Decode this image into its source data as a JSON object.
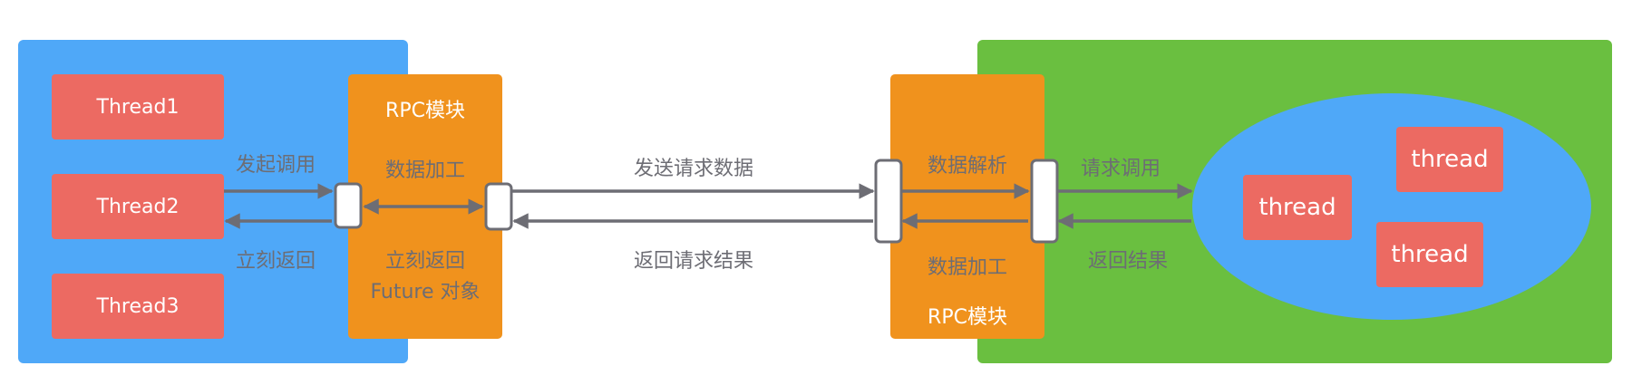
{
  "client": {
    "threads": [
      "Thread1",
      "Thread2",
      "Thread3"
    ],
    "rpc_title": "RPC模块",
    "rpc_process": "数据加工",
    "rpc_return_1": "立刻返回",
    "rpc_return_2": "Future 对象",
    "call_label": "发起调用",
    "return_label": "立刻返回"
  },
  "network": {
    "send_label": "发送请求数据",
    "return_label": "返回请求结果"
  },
  "server": {
    "rpc_parse": "数据解析",
    "rpc_process": "数据加工",
    "rpc_title": "RPC模块",
    "request_label": "请求调用",
    "result_label": "返回结果",
    "threads": [
      "thread",
      "thread",
      "thread"
    ]
  },
  "colors": {
    "client_panel": "#4fa8f8",
    "server_panel": "#6abf40",
    "thread_box": "#ec6a62",
    "rpc_box": "#f0921d",
    "arrow": "#6d6d74"
  }
}
